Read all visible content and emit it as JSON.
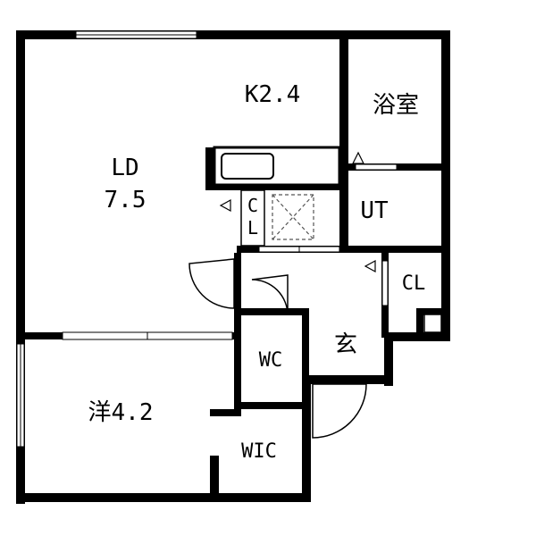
{
  "rooms": {
    "ld": {
      "name": "LD",
      "size": "7.5"
    },
    "kitchen": {
      "label": "K2.4"
    },
    "bath": {
      "label": "浴室"
    },
    "utility": {
      "label": "UT"
    },
    "closet_small": {
      "line1": "C",
      "line2": "L"
    },
    "closet": {
      "label": "CL"
    },
    "entrance": {
      "label": "玄"
    },
    "toilet": {
      "label": "WC"
    },
    "western": {
      "label": "洋4.2"
    },
    "walk_in_closet": {
      "label": "WIC"
    }
  }
}
